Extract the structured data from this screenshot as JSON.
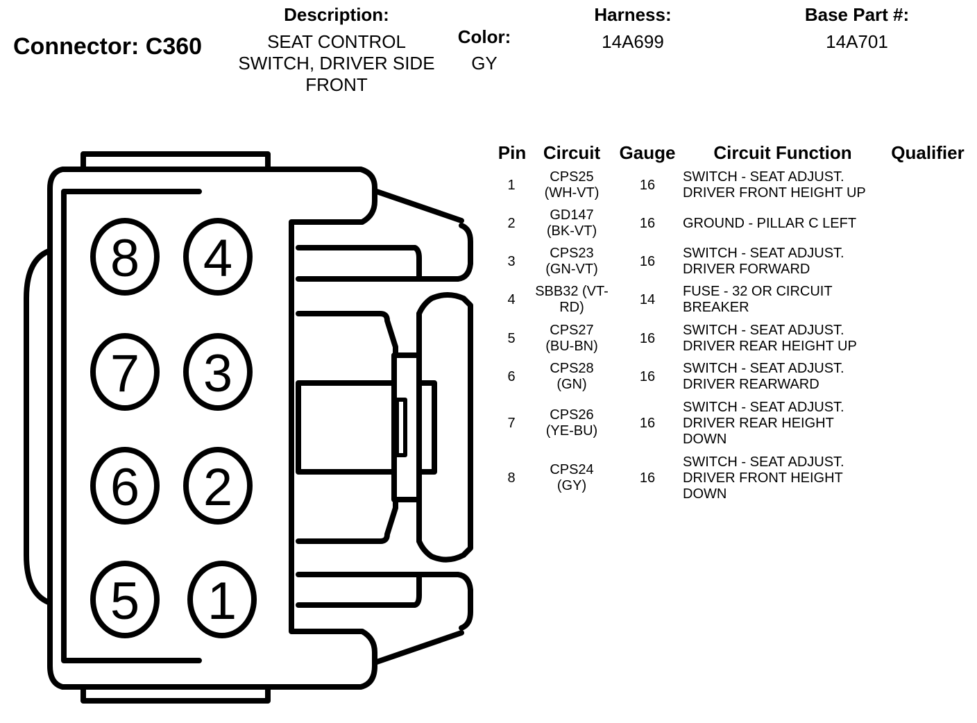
{
  "header": {
    "connector_title": "Connector: C360",
    "description_label": "Description:",
    "description_value": "SEAT CONTROL\nSWITCH, DRIVER SIDE\nFRONT",
    "color_label": "Color:",
    "color_value": "GY",
    "harness_label": "Harness:",
    "harness_value": "14A699",
    "base_part_label": "Base Part #:",
    "base_part_value": "14A701"
  },
  "table": {
    "columns": [
      "Pin",
      "Circuit",
      "Gauge",
      "Circuit Function",
      "Qualifier"
    ],
    "rows": [
      {
        "pin": "1",
        "circuit": "CPS25\n(WH-VT)",
        "gauge": "16",
        "function": "SWITCH - SEAT ADJUST.\nDRIVER FRONT HEIGHT UP",
        "qualifier": ""
      },
      {
        "pin": "2",
        "circuit": "GD147\n(BK-VT)",
        "gauge": "16",
        "function": "GROUND - PILLAR C LEFT",
        "qualifier": ""
      },
      {
        "pin": "3",
        "circuit": "CPS23\n(GN-VT)",
        "gauge": "16",
        "function": "SWITCH - SEAT ADJUST.\nDRIVER FORWARD",
        "qualifier": ""
      },
      {
        "pin": "4",
        "circuit": "SBB32 (VT-\nRD)",
        "gauge": "14",
        "function": "FUSE - 32 OR CIRCUIT\nBREAKER",
        "qualifier": ""
      },
      {
        "pin": "5",
        "circuit": "CPS27\n(BU-BN)",
        "gauge": "16",
        "function": "SWITCH - SEAT ADJUST.\nDRIVER REAR HEIGHT UP",
        "qualifier": ""
      },
      {
        "pin": "6",
        "circuit": "CPS28\n(GN)",
        "gauge": "16",
        "function": "SWITCH - SEAT ADJUST.\nDRIVER REARWARD",
        "qualifier": ""
      },
      {
        "pin": "7",
        "circuit": "CPS26\n(YE-BU)",
        "gauge": "16",
        "function": "SWITCH - SEAT ADJUST.\nDRIVER REAR HEIGHT\nDOWN",
        "qualifier": ""
      },
      {
        "pin": "8",
        "circuit": "CPS24\n(GY)",
        "gauge": "16",
        "function": "SWITCH - SEAT ADJUST.\nDRIVER FRONT HEIGHT\nDOWN",
        "qualifier": ""
      }
    ]
  },
  "connector_pins": {
    "left_column": [
      "8",
      "7",
      "6",
      "5"
    ],
    "right_column": [
      "4",
      "3",
      "2",
      "1"
    ]
  }
}
